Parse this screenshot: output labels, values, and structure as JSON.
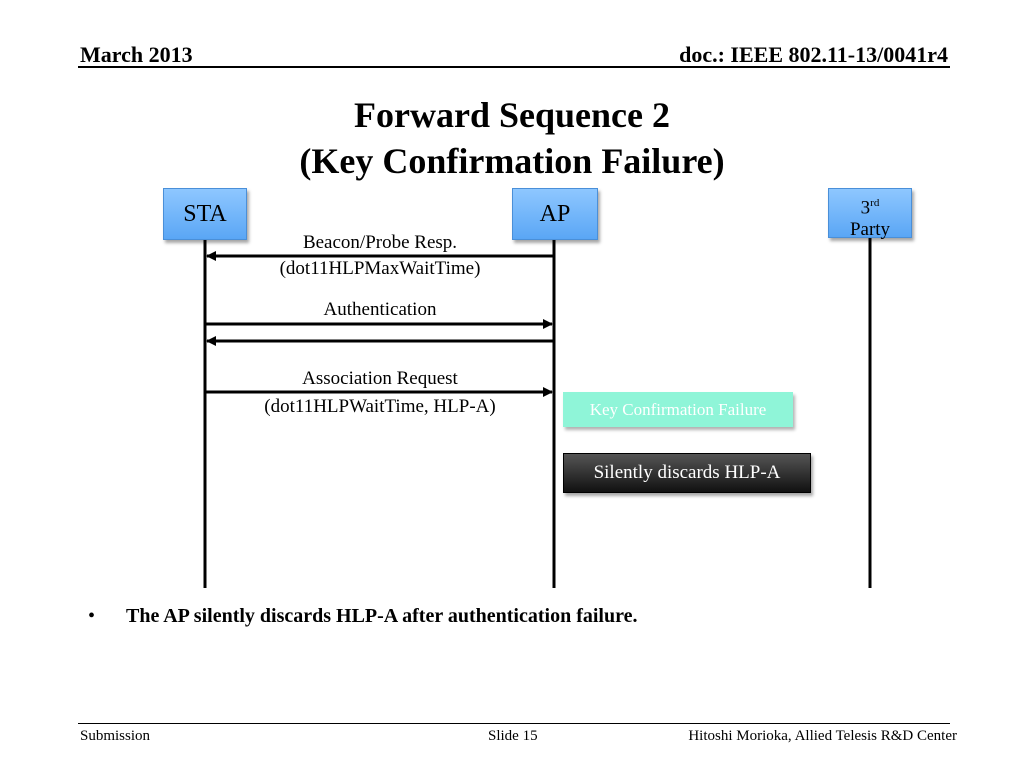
{
  "header": {
    "date": "March 2013",
    "doc": "doc.: IEEE 802.11-13/0041r4"
  },
  "title": {
    "line1": "Forward Sequence 2",
    "line2": "(Key Confirmation Failure)"
  },
  "entities": {
    "sta": "STA",
    "ap": "AP",
    "third_base": "3",
    "third_sup": "rd",
    "third_party": "Party"
  },
  "messages": {
    "beacon_line1": "Beacon/Probe Resp.",
    "beacon_line2": "(dot11HLPMaxWaitTime)",
    "auth": "Authentication",
    "assoc_line1": "Association Request",
    "assoc_line2": "(dot11HLPWaitTime, HLP-A)"
  },
  "notes": {
    "key_failure": "Key Confirmation Failure",
    "discard": "Silently discards HLP-A"
  },
  "bullet": {
    "marker": "•",
    "text": "The AP silently discards HLP-A after authentication failure."
  },
  "footer": {
    "left": "Submission",
    "center": "Slide 15",
    "right": "Hitoshi Morioka, Allied Telesis R&D Center"
  },
  "colors": {
    "entity_fill": "#79b8fb",
    "key_failure_fill": "#8ff5d8",
    "discard_fill": "#2b2b2b"
  }
}
